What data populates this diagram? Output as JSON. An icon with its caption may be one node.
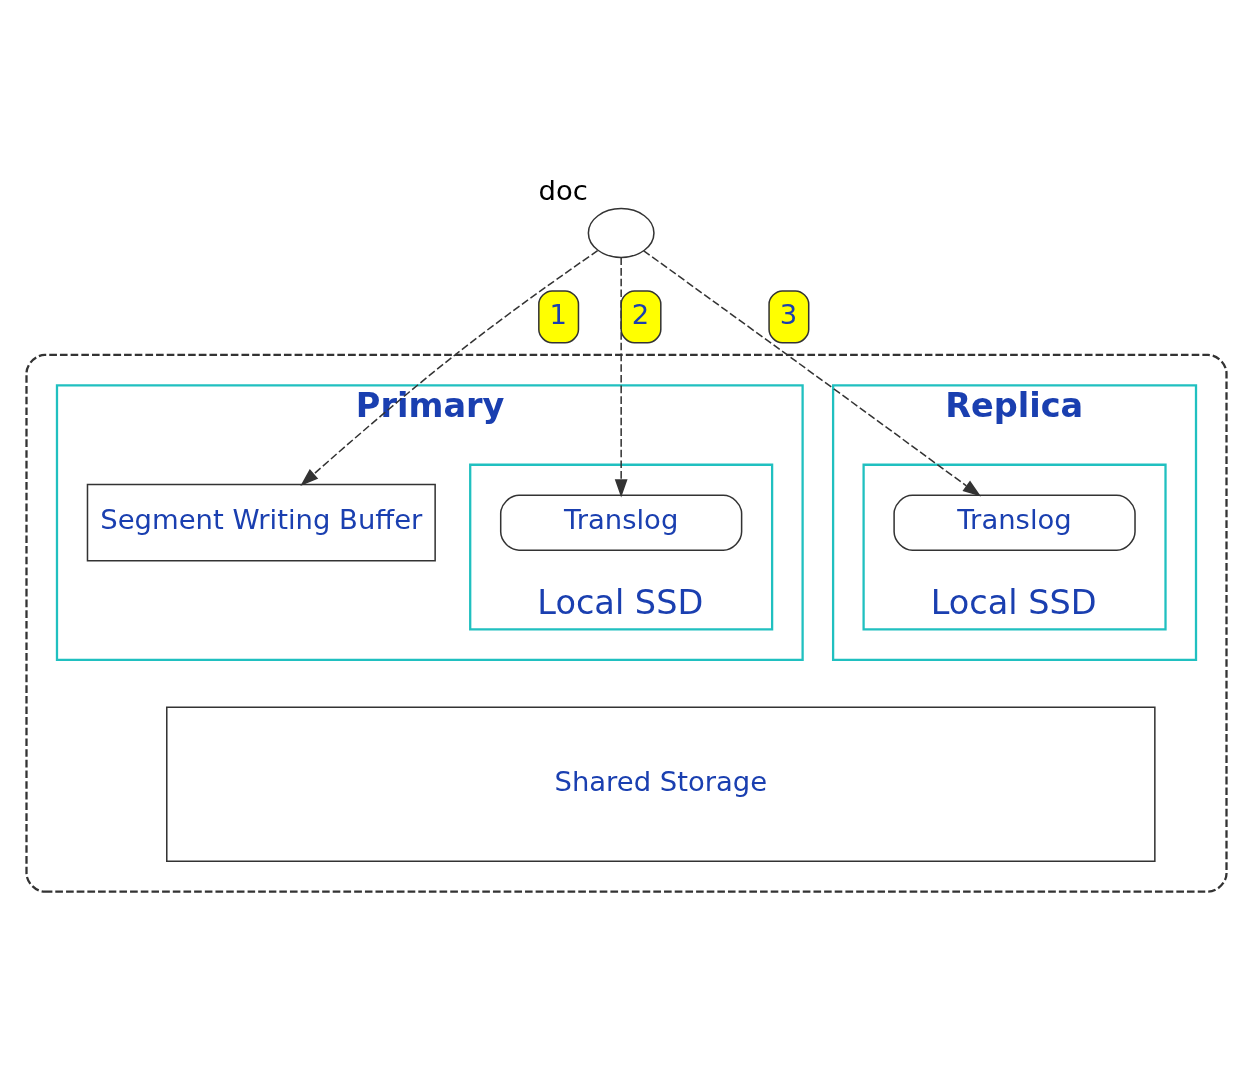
{
  "diagram": {
    "nodes": [
      {
        "text": [],
        "shape": "circle",
        "beside": [
          "doc"
        ]
      },
      {
        "text": [],
        "shape": "box"
      },
      {
        "text": [
          "Primary"
        ],
        "in": 1
      },
      {
        "text": [
          "Segment Writing Buffer"
        ],
        "in": 2
      },
      {
        "text": [
          "Local SSD"
        ],
        "in": 2
      },
      {
        "text": [
          "Translog"
        ],
        "in": 4
      },
      {
        "text": [
          "Replica"
        ],
        "in": 1
      },
      {
        "text": [
          "Local SSD"
        ],
        "in": 6
      },
      {
        "text": [
          "Translog"
        ],
        "in": 7
      },
      {
        "text": [
          "Shared Storage"
        ],
        "in": 1
      }
    ],
    "edges": [
      {
        "from": 0,
        "to": 3,
        "arrow": "to",
        "label": "1",
        "style": "dashed"
      },
      {
        "from": 0,
        "to": 5,
        "arrow": "to",
        "label": "2",
        "style": "dashed"
      },
      {
        "from": 0,
        "to": 8,
        "arrow": "to",
        "label": "3",
        "style": "dashed"
      }
    ]
  }
}
